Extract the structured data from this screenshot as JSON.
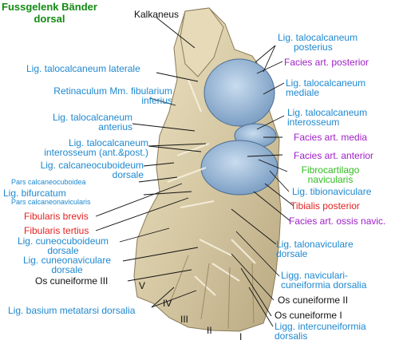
{
  "title": {
    "line1": "Fussgelenk Bänder",
    "line2": "dorsal"
  },
  "colors": {
    "blue": "#1e88d0",
    "red": "#e32222",
    "purple": "#a020c8",
    "green": "#33bb22",
    "black": "#111111",
    "bone": "#d8ccaa",
    "cartilage": "#aac6e2"
  },
  "labels": {
    "kalkaneus": "Kalkaneus",
    "lig_tc_posterius_1": "Lig. talocalcaneum",
    "lig_tc_posterius_2": "posterius",
    "lig_tc_laterale": "Lig. talocalcaneum laterale",
    "facies_posterior": "Facies art. posterior",
    "retinaculum_1": "Retinaculum Mm. fibularium",
    "retinaculum_2": "inferius",
    "lig_tc_mediale_1": "Lig. talocalcaneum",
    "lig_tc_mediale_2": "mediale",
    "lig_tc_anterius_1": "Lig. talocalcaneum",
    "lig_tc_anterius_2": "anterius",
    "lig_tc_interosseum_1": "Lig. talocalcaneum",
    "lig_tc_interosseum_2": "interosseum",
    "facies_media": "Facies art. media",
    "lig_tc_int_ap_1": "Lig. talocalcaneum",
    "lig_tc_int_ap_2": "interosseum (ant.&post.)",
    "facies_anterior": "Facies art. anterior",
    "lig_cc_dorsale_1": "Lig. calcaneocuboideum",
    "lig_cc_dorsale_2": "dorsale",
    "fibrocartilago_1": "Fibrocartilago",
    "fibrocartilago_2": "navicularis",
    "pars_cc": "Pars calcaneocuboidea",
    "lig_bifurcatum": "Lig. bifurcatum",
    "pars_cn": "Pars calcaneonavicularis",
    "lig_tibionaviculare": "Lig. tibionaviculare",
    "tibialis_posterior": "Tibialis posterior",
    "fibularis_brevis": "Fibularis brevis",
    "facies_ossis_navic": "Facies art. ossis navic.",
    "fibularis_tertius": "Fibularis tertius",
    "lig_cuneocuboideum_1": "Lig. cuneocuboideum",
    "lig_cuneocuboideum_2": "dorsale",
    "lig_talonaviculare_1": "Lig. talonaviculare",
    "lig_talonaviculare_2": "dorsale",
    "lig_cuneonaviculare_1": "Lig. cuneonaviculare",
    "lig_cuneonaviculare_2": "dorsale",
    "ligg_naviculari_1": "Ligg. naviculari-",
    "ligg_naviculari_2": "cuneiformia dorsalia",
    "os_cuneiforme_3": "Os cuneiforme III",
    "os_cuneiforme_2": "Os cuneiforme II",
    "os_cuneiforme_1": "Os cuneiforme I",
    "lig_basium": "Lig. basium metatarsi dorsalia",
    "ligg_intercuneiformia_1": "Ligg. intercuneiformia",
    "ligg_intercuneiformia_2": "dorsalis",
    "roman_5": "V",
    "roman_4": "IV",
    "roman_3": "III",
    "roman_2": "II",
    "roman_1": "I"
  }
}
